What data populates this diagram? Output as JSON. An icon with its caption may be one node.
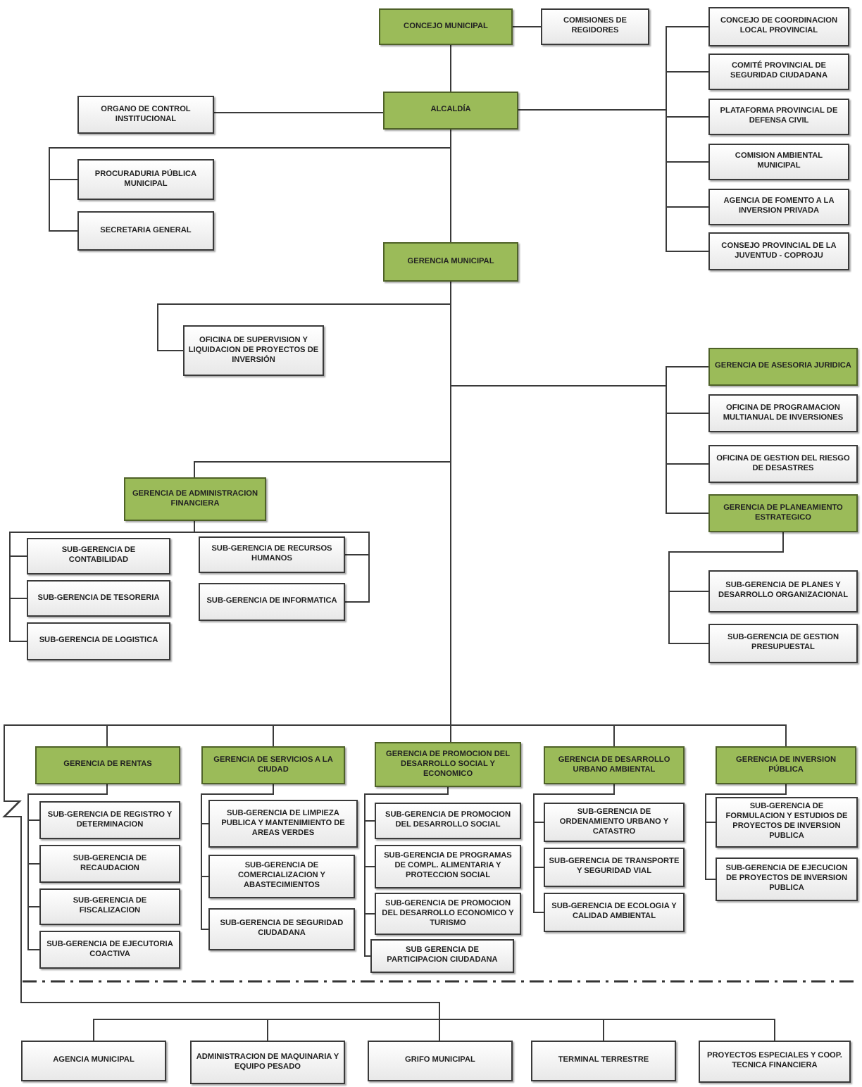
{
  "diagram": {
    "nodes": [
      {
        "text": [
          "CONCEJO MUNICIPAL"
        ]
      },
      {
        "text": [
          "COMISIONES DE REGIDORES"
        ]
      },
      {
        "text": [
          "CONCEJO DE COORDINACION LOCAL PROVINCIAL"
        ]
      },
      {
        "text": [
          "COMITÉ PROVINCIAL DE SEGURIDAD CIUDADANA"
        ]
      },
      {
        "text": [
          "PLATAFORMA PROVINCIAL DE DEFENSA CIVIL"
        ]
      },
      {
        "text": [
          "COMISION AMBIENTAL MUNICIPAL"
        ]
      },
      {
        "text": [
          "AGENCIA DE FOMENTO A LA INVERSION PRIVADA"
        ]
      },
      {
        "text": [
          "CONSEJO PROVINCIAL DE LA JUVENTUD - COPROJU"
        ]
      },
      {
        "text": [
          "ALCALDÍA"
        ]
      },
      {
        "text": [
          "ORGANO DE CONTROL INSTITUCIONAL"
        ]
      },
      {
        "text": [
          "PROCURADURIA PÚBLICA MUNICIPAL"
        ]
      },
      {
        "text": [
          "SECRETARIA GENERAL"
        ]
      },
      {
        "text": [
          "GERENCIA MUNICIPAL"
        ]
      },
      {
        "text": [
          "OFICINA DE SUPERVISION Y LIQUIDACION DE PROYECTOS DE INVERSIÓN"
        ]
      },
      {
        "text": [
          "GERENCIA DE ASESORIA JURIDICA"
        ]
      },
      {
        "text": [
          "OFICINA DE PROGRAMACION MULTIANUAL DE INVERSIONES"
        ]
      },
      {
        "text": [
          "OFICINA DE GESTION DEL RIESGO DE DESASTRES"
        ]
      },
      {
        "text": [
          "GERENCIA DE PLANEAMIENTO ESTRATEGICO"
        ]
      },
      {
        "text": [
          "SUB-GERENCIA DE PLANES Y DESARROLLO ORGANIZACIONAL"
        ]
      },
      {
        "text": [
          "SUB-GERENCIA DE GESTION PRESUPUESTAL"
        ]
      },
      {
        "text": [
          "GERENCIA DE ADMINISTRACION FINANCIERA"
        ]
      },
      {
        "text": [
          "SUB-GERENCIA DE CONTABILIDAD"
        ]
      },
      {
        "text": [
          "SUB-GERENCIA DE TESORERIA"
        ]
      },
      {
        "text": [
          "SUB-GERENCIA DE LOGISTICA"
        ]
      },
      {
        "text": [
          "SUB-GERENCIA DE RECURSOS HUMANOS"
        ]
      },
      {
        "text": [
          "SUB-GERENCIA DE INFORMATICA"
        ]
      },
      {
        "text": [
          "GERENCIA DE RENTAS"
        ]
      },
      {
        "text": [
          "SUB-GERENCIA DE REGISTRO Y DETERMINACION"
        ]
      },
      {
        "text": [
          "SUB-GERENCIA DE RECAUDACION"
        ]
      },
      {
        "text": [
          "SUB-GERENCIA DE FISCALIZACION"
        ]
      },
      {
        "text": [
          "SUB-GERENCIA DE EJECUTORIA COACTIVA"
        ]
      },
      {
        "text": [
          "GERENCIA DE SERVICIOS A LA CIUDAD"
        ]
      },
      {
        "text": [
          "SUB-GERENCIA DE LIMPIEZA PUBLICA Y MANTENIMIENTO DE AREAS VERDES"
        ]
      },
      {
        "text": [
          "SUB-GERENCIA DE COMERCIALIZACION Y ABASTECIMIENTOS"
        ]
      },
      {
        "text": [
          "SUB-GERENCIA DE SEGURIDAD CIUDADANA"
        ]
      },
      {
        "text": [
          "GERENCIA DE PROMOCION DEL DESARROLLO SOCIAL Y ECONOMICO"
        ]
      },
      {
        "text": [
          "SUB-GERENCIA DE PROMOCION DEL DESARROLLO SOCIAL"
        ]
      },
      {
        "text": [
          "SUB-GERENCIA DE PROGRAMAS DE COMPL. ALIMENTARIA Y PROTECCION SOCIAL"
        ]
      },
      {
        "text": [
          "SUB-GERENCIA DE PROMOCION DEL DESARROLLO ECONOMICO Y TURISMO"
        ]
      },
      {
        "text": [
          "SUB GERENCIA DE PARTICIPACION CIUDADANA"
        ]
      },
      {
        "text": [
          "GERENCIA DE DESARROLLO URBANO AMBIENTAL"
        ]
      },
      {
        "text": [
          "SUB-GERENCIA DE ORDENAMIENTO URBANO Y CATASTRO"
        ]
      },
      {
        "text": [
          "SUB-GERENCIA DE TRANSPORTE Y SEGURIDAD VIAL"
        ]
      },
      {
        "text": [
          "SUB-GERENCIA DE ECOLOGIA Y CALIDAD AMBIENTAL"
        ]
      },
      {
        "text": [
          "GERENCIA DE INVERSION PÚBLICA"
        ]
      },
      {
        "text": [
          "SUB-GERENCIA DE FORMULACION Y ESTUDIOS DE PROYECTOS DE INVERSION PUBLICA"
        ]
      },
      {
        "text": [
          "SUB-GERENCIA DE EJECUCION DE PROYECTOS DE INVERSION PUBLICA"
        ]
      },
      {
        "text": [
          "AGENCIA MUNICIPAL"
        ]
      },
      {
        "text": [
          "ADMINISTRACION DE MAQUINARIA Y EQUIPO PESADO"
        ]
      },
      {
        "text": [
          "GRIFO MUNICIPAL"
        ]
      },
      {
        "text": [
          "TERMINAL TERRESTRE"
        ]
      },
      {
        "text": [
          "PROYECTOS ESPECIALES Y COOP. TECNICA FINANCIERA"
        ]
      }
    ],
    "edges": [
      {
        "from": 0,
        "to": 8,
        "arrow": "none"
      },
      {
        "from": 0,
        "to": 1,
        "arrow": "none"
      },
      {
        "from": 8,
        "to": 2,
        "arrow": "none"
      },
      {
        "from": 8,
        "to": 3,
        "arrow": "none"
      },
      {
        "from": 8,
        "to": 4,
        "arrow": "none"
      },
      {
        "from": 8,
        "to": 5,
        "arrow": "none"
      },
      {
        "from": 8,
        "to": 6,
        "arrow": "none"
      },
      {
        "from": 8,
        "to": 7,
        "arrow": "none"
      },
      {
        "from": 8,
        "to": 9,
        "arrow": "none"
      },
      {
        "from": 8,
        "to": 10,
        "arrow": "none"
      },
      {
        "from": 8,
        "to": 11,
        "arrow": "none"
      },
      {
        "from": 8,
        "to": 12,
        "arrow": "none"
      },
      {
        "from": 12,
        "to": 13,
        "arrow": "none"
      },
      {
        "from": 12,
        "to": 20,
        "arrow": "none"
      },
      {
        "from": 12,
        "to": 14,
        "arrow": "none"
      },
      {
        "from": 12,
        "to": 15,
        "arrow": "none"
      },
      {
        "from": 12,
        "to": 16,
        "arrow": "none"
      },
      {
        "from": 12,
        "to": 17,
        "arrow": "none"
      },
      {
        "from": 17,
        "to": 18,
        "arrow": "none"
      },
      {
        "from": 17,
        "to": 19,
        "arrow": "none"
      },
      {
        "from": 20,
        "to": 21,
        "arrow": "none"
      },
      {
        "from": 20,
        "to": 22,
        "arrow": "none"
      },
      {
        "from": 20,
        "to": 23,
        "arrow": "none"
      },
      {
        "from": 20,
        "to": 24,
        "arrow": "none"
      },
      {
        "from": 20,
        "to": 25,
        "arrow": "none"
      },
      {
        "from": 12,
        "to": 26,
        "arrow": "none"
      },
      {
        "from": 12,
        "to": 31,
        "arrow": "none"
      },
      {
        "from": 12,
        "to": 35,
        "arrow": "none"
      },
      {
        "from": 12,
        "to": 40,
        "arrow": "none"
      },
      {
        "from": 12,
        "to": 44,
        "arrow": "none"
      },
      {
        "from": 12,
        "to": 47,
        "arrow": "none"
      },
      {
        "from": 12,
        "to": 48,
        "arrow": "none"
      },
      {
        "from": 12,
        "to": 49,
        "arrow": "none"
      },
      {
        "from": 12,
        "to": 50,
        "arrow": "none"
      },
      {
        "from": 12,
        "to": 51,
        "arrow": "none"
      },
      {
        "from": 26,
        "to": 27,
        "arrow": "none"
      },
      {
        "from": 26,
        "to": 28,
        "arrow": "none"
      },
      {
        "from": 26,
        "to": 29,
        "arrow": "none"
      },
      {
        "from": 26,
        "to": 30,
        "arrow": "none"
      },
      {
        "from": 31,
        "to": 32,
        "arrow": "none"
      },
      {
        "from": 31,
        "to": 33,
        "arrow": "none"
      },
      {
        "from": 31,
        "to": 34,
        "arrow": "none"
      },
      {
        "from": 35,
        "to": 36,
        "arrow": "none"
      },
      {
        "from": 35,
        "to": 37,
        "arrow": "none"
      },
      {
        "from": 35,
        "to": 38,
        "arrow": "none"
      },
      {
        "from": 35,
        "to": 39,
        "arrow": "none"
      },
      {
        "from": 40,
        "to": 41,
        "arrow": "none"
      },
      {
        "from": 40,
        "to": 42,
        "arrow": "none"
      },
      {
        "from": 40,
        "to": 43,
        "arrow": "none"
      },
      {
        "from": 44,
        "to": 45,
        "arrow": "none"
      },
      {
        "from": 44,
        "to": 46,
        "arrow": "none"
      }
    ]
  }
}
